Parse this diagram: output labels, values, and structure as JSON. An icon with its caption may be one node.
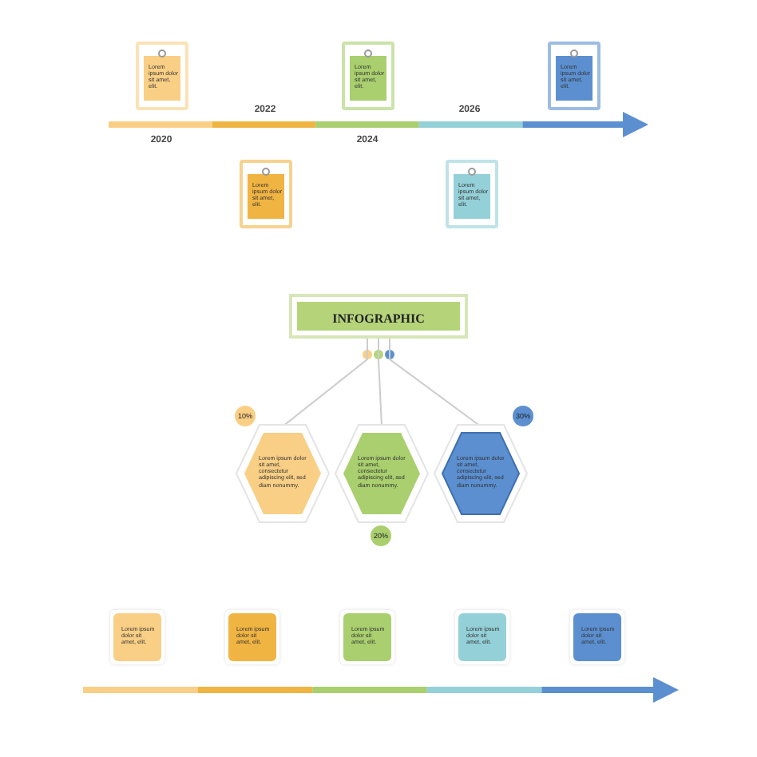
{
  "diagram": {
    "nodes": [
      {
        "text": [
          "Lorem ipsum dolor sit amet, elit."
        ]
      },
      {
        "text": [
          "Lorem ipsum dolor sit amet, elit."
        ]
      },
      {
        "text": [
          "Lorem ipsum dolor sit amet, elit."
        ]
      },
      {
        "text": [
          "Lorem ipsum dolor sit amet, elit."
        ]
      },
      {
        "text": [
          "Lorem ipsum dolor sit amet, elit."
        ]
      },
      {
        "text": [
          "INFOGRAPHIC"
        ]
      },
      {
        "text": [
          "Lorem ipsum dolor sit amet, consectetur adipiscing elit, sed diam nonummy."
        ],
        "beside": [
          "10%"
        ]
      },
      {
        "text": [
          "Lorem ipsum dolor sit amet, consectetur adipiscing elit, sed diam nonummy."
        ],
        "beside": [
          "20%"
        ]
      },
      {
        "text": [
          "Lorem ipsum dolor sit amet, consectetur adipiscing elit, sed diam nonummy."
        ],
        "beside": [
          "30%"
        ]
      },
      {
        "text": [
          "Lorem ipsum dolor sit amet, elit."
        ]
      },
      {
        "text": [
          "Lorem ipsum dolor sit amet, elit."
        ]
      },
      {
        "text": [
          "Lorem ipsum dolor sit amet, elit."
        ]
      },
      {
        "text": [
          "Lorem ipsum dolor sit amet, elit."
        ]
      },
      {
        "text": [
          "Lorem ipsum dolor sit amet, elit."
        ]
      }
    ],
    "edges": [
      {
        "from": 5,
        "to": 6,
        "arrow": "none"
      },
      {
        "from": 5,
        "to": 7,
        "arrow": "none"
      },
      {
        "from": 5,
        "to": 8,
        "arrow": "none"
      }
    ],
    "labels": [
      "2022",
      "2026",
      "2020",
      "2024"
    ]
  }
}
